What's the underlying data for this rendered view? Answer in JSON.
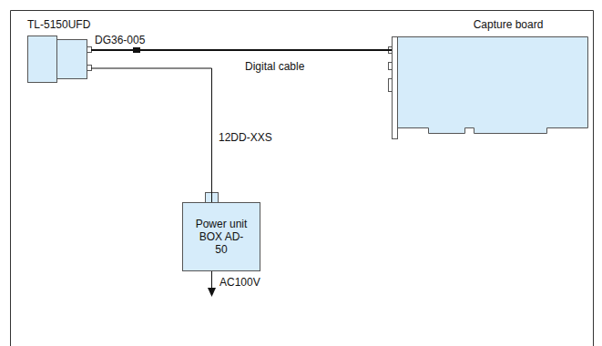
{
  "diagram": {
    "nodes": [
      {
        "text": [
          "TL-5150UFD"
        ]
      },
      {
        "text": [
          "Capture board"
        ]
      },
      {
        "text": [
          "Power unit BOX AD-50"
        ]
      }
    ],
    "edges": [
      {
        "from": 0,
        "to": 1,
        "arrow": "none",
        "label": "Digital cable"
      },
      {
        "from": 0,
        "to": 2,
        "arrow": "none",
        "label": "12DD-XXS"
      }
    ],
    "labels": [
      "DG36-005",
      "AC100V"
    ]
  }
}
